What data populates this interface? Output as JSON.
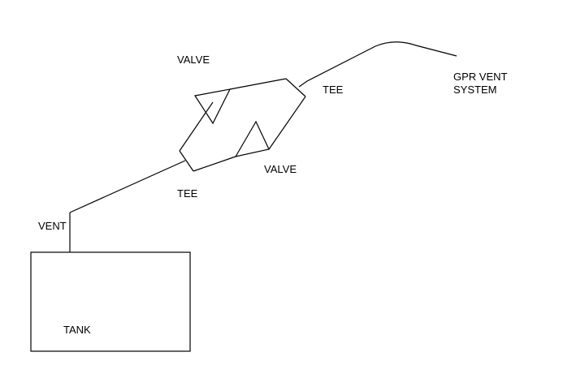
{
  "labels": {
    "valve_top": "VALVE",
    "valve_bottom": "VALVE",
    "tee_upper": "TEE",
    "tee_lower": "TEE",
    "vent": "VENT",
    "gpr_line1": "GPR VENT",
    "gpr_line2": "SYSTEM",
    "tank": "TANK"
  },
  "colors": {
    "background": "#ffffff",
    "line": "#000000"
  }
}
